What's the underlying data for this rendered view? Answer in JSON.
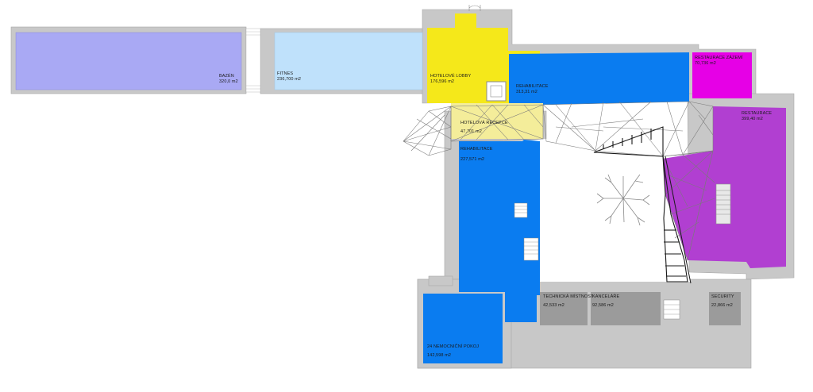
{
  "colors": {
    "pool": "#a9a9f4",
    "fitness": "#bfe1fb",
    "lobby": "#f5e81a",
    "rehab": "#0a7cf0",
    "reception": "#f4ed9a",
    "restaurant_staff": "#e600e6",
    "restaurant": "#b13fd1",
    "technical": "#9b9b9b",
    "wall": "#c8c8c8",
    "courtyard": "#ffffff"
  },
  "rooms": {
    "pool": {
      "name": "BAZÉN",
      "area": "320,0 m2"
    },
    "fitness": {
      "name": "FITNES",
      "area": "236,700 m2"
    },
    "lobby": {
      "name": "HOTELOVÉ LOBBY",
      "area": "176,596 m2"
    },
    "rehab_north": {
      "name": "REHABILITACE",
      "area": "313,31 m2"
    },
    "restaurant_staff": {
      "name": "RESTAURACE ZÁZEMÍ",
      "area": "70,736 m2"
    },
    "reception": {
      "name": "HOTELOVÁ RECEPCE",
      "area": "47,701 m2"
    },
    "rehab_west": {
      "name": "REHABILITACE",
      "area": "227,571 m2"
    },
    "restaurant": {
      "name": "RESTAURACE",
      "area": "399,40 m2"
    },
    "patient_rooms": {
      "name": "24 NEMOCNIČNÍ POKOJ",
      "area": "142,598 m2"
    },
    "technical": {
      "name": "TECHNICKÁ MÍSTNOST",
      "area": "42,533 m2"
    },
    "offices": {
      "name": "KANCELÁŘE",
      "area": "92,586 m2"
    },
    "security": {
      "name": "SECURITY",
      "area": "22,866 m2"
    }
  }
}
